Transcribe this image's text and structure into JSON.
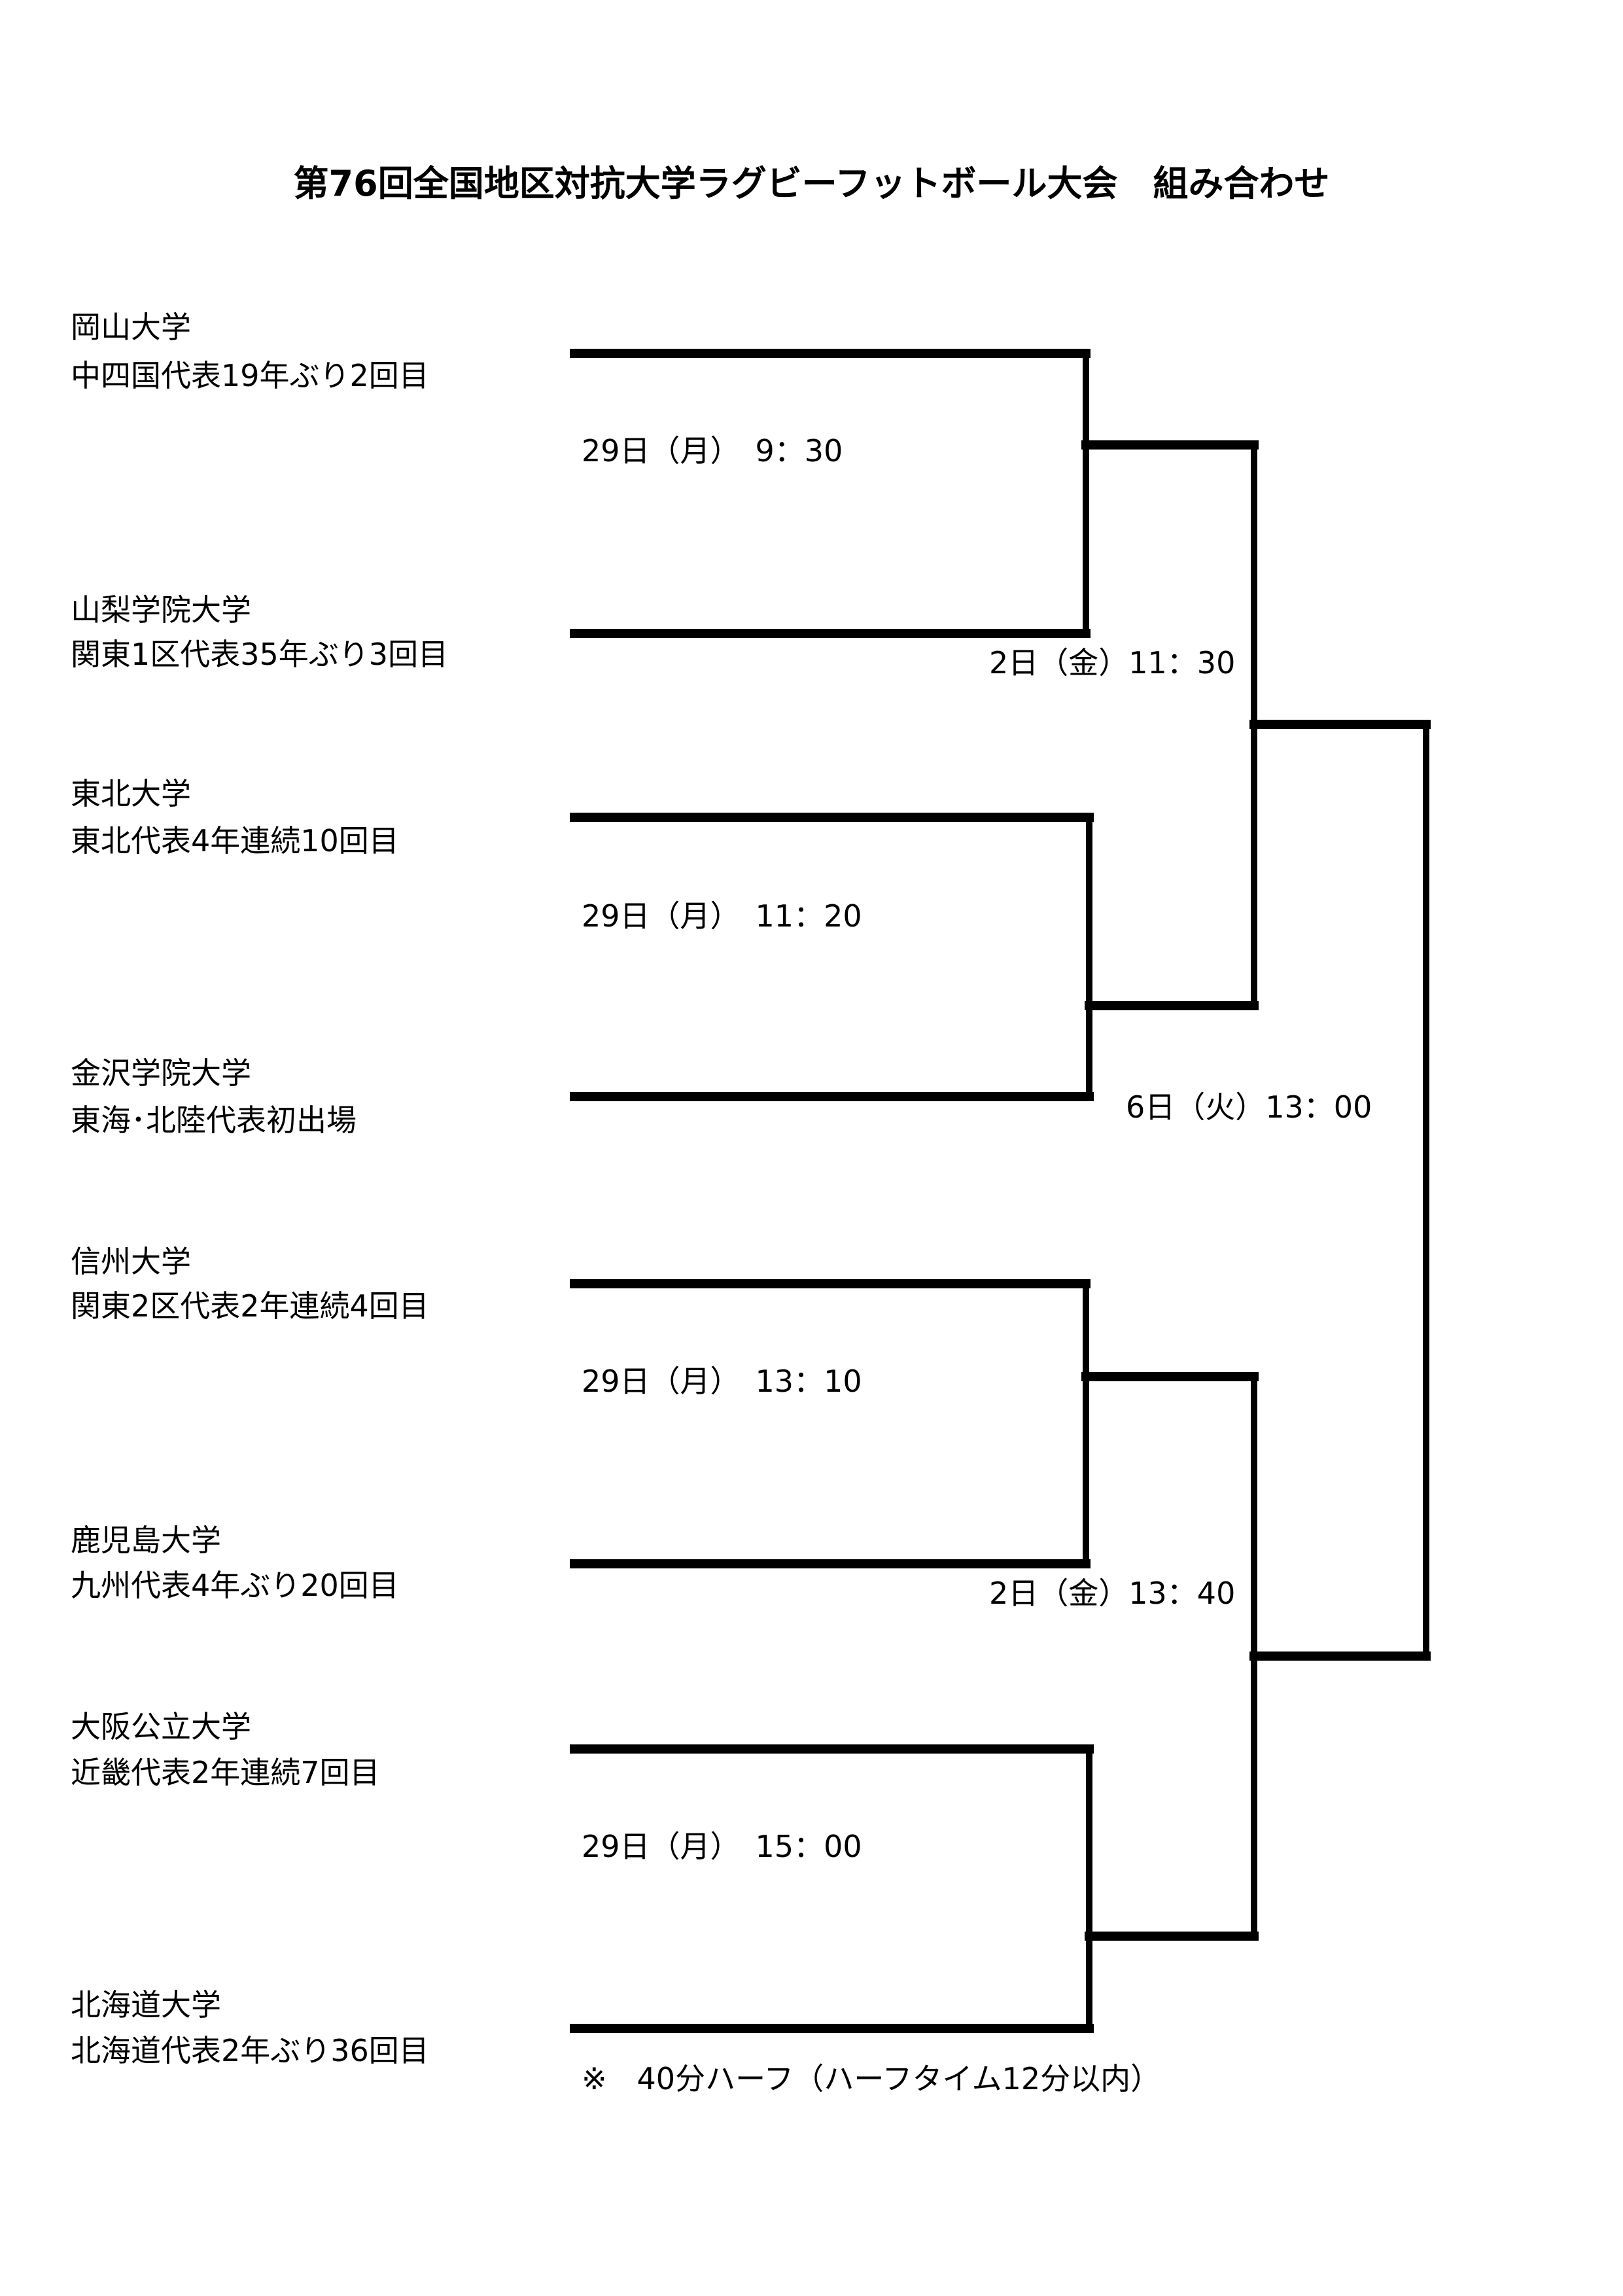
{
  "title": "第76回全国地区対抗大学ラグビーフットボール大会　組み合わせ",
  "teams": [
    {
      "name": "岡山大学",
      "desc": "中四国代表19年ぶり2回目"
    },
    {
      "name": "山梨学院大学",
      "desc": "関東1区代表35年ぶり3回目"
    },
    {
      "name": "東北大学",
      "desc": "東北代表4年連続10回目"
    },
    {
      "name": "金沢学院大学",
      "desc": "東海･北陸代表初出場"
    },
    {
      "name": "信州大学",
      "desc": "関東2区代表2年連続4回目"
    },
    {
      "name": "鹿児島大学",
      "desc": "九州代表4年ぶり20回目"
    },
    {
      "name": "大阪公立大学",
      "desc": "近畿代表2年連続7回目"
    },
    {
      "name": "北海道大学",
      "desc": "北海道代表2年ぶり36回目"
    }
  ],
  "first_round": [
    "29日（月）　9：30",
    "29日（月）　11：20",
    "29日（月）　13：10",
    "29日（月）　15：00"
  ],
  "semifinals": [
    "2日（金）11：30",
    "2日（金）13：40"
  ],
  "final": "6日（火）13：00",
  "note": "※　40分ハーフ（ハーフタイム12分以内）"
}
